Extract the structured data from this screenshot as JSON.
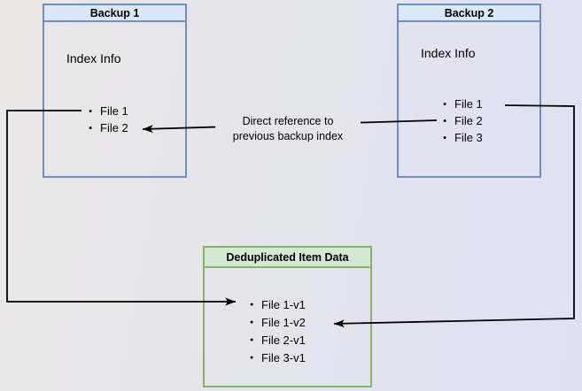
{
  "colors": {
    "blue_fill": "#dae8fc",
    "blue_border": "#6d8ebf",
    "green_fill": "#d5e8d4",
    "green_border": "#82b366",
    "arrow_color": "#000000",
    "bg_left": "#eae8e6",
    "bg_right": "#dfe1f2",
    "label_bg": "#e6e5ec"
  },
  "boxes": {
    "backup1": {
      "title": "Backup 1",
      "subtitle": "Index Info",
      "items": [
        "File 1",
        "File 2"
      ]
    },
    "backup2": {
      "title": "Backup 2",
      "subtitle": "Index Info",
      "items": [
        "File 1",
        "File 2",
        "File 3"
      ]
    },
    "dedup": {
      "title": "Deduplicated Item Data",
      "items": [
        "File 1-v1",
        "File 1-v2",
        "File 2-v1",
        "File 3-v1"
      ]
    }
  },
  "annotation": {
    "line1": "Direct reference to",
    "line2": "previous backup index"
  },
  "connectors": [
    {
      "from": "backup1 / File 1",
      "to": "dedup / File 1-v1"
    },
    {
      "from": "backup2 / File 2",
      "to": "backup1 / File 2",
      "label": "Direct reference to previous backup index"
    },
    {
      "from": "backup2 / File 1",
      "to": "dedup / File 1-v2"
    }
  ]
}
